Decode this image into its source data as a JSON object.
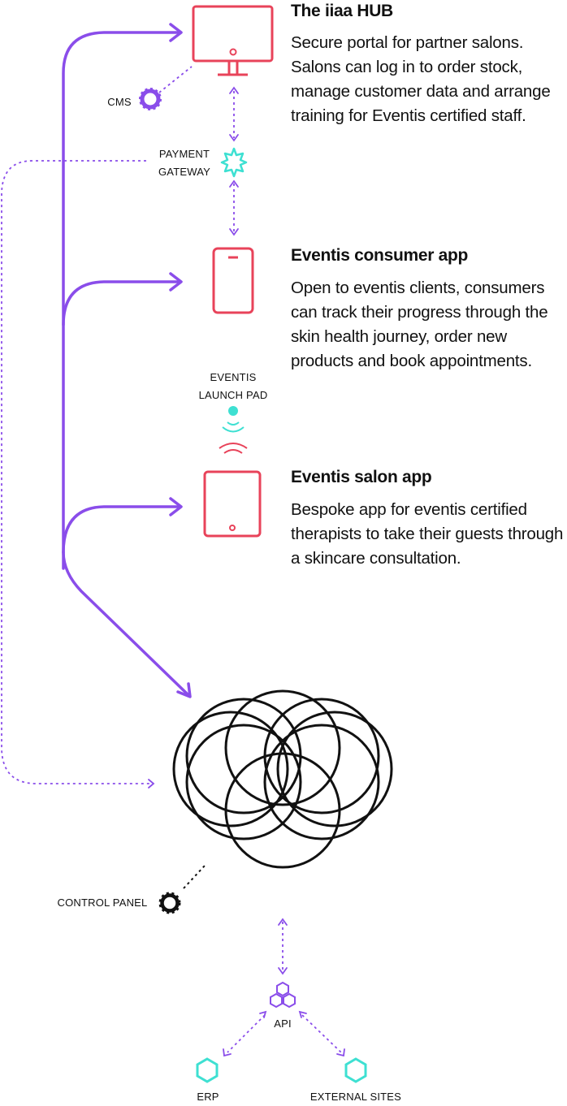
{
  "sections": [
    {
      "title": "The iiaa HUB",
      "description": "Secure portal for partner salons. Salons can log in to order stock, manage customer data and arrange training for Eventis certified staff."
    },
    {
      "title": "Eventis consumer app",
      "description": "Open to eventis clients, consumers can track their progress through the skin health journey, order new products and book appointments."
    },
    {
      "title": "Eventis salon app",
      "description": "Bespoke app for eventis certified therapists to take their guests through a skincare consultation."
    }
  ],
  "labels": {
    "cms": "CMS",
    "payment_line1": "PAYMENT",
    "payment_line2": "GATEWAY",
    "launch_line1": "EVENTIS",
    "launch_line2": "LAUNCH PAD",
    "control_panel": "CONTROL PANEL",
    "api": "API",
    "erp": "ERP",
    "external_sites": "EXTERNAL SITES"
  },
  "colors": {
    "purple": "#8a4dea",
    "red": "#e8435a",
    "cyan": "#3ee0d2",
    "black": "#111111"
  }
}
